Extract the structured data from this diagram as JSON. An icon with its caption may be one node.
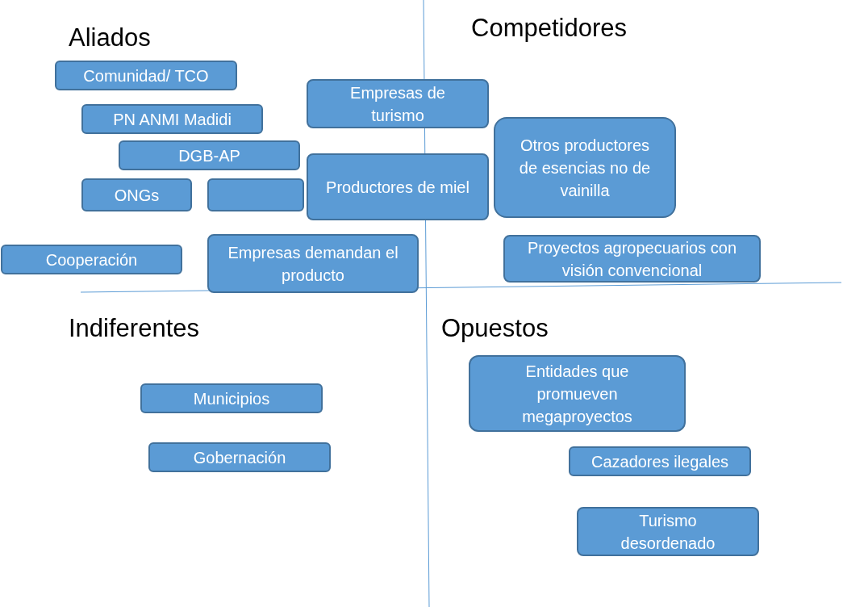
{
  "diagram": {
    "nodes": [
      {
        "text": [
          "Comunidad/ TCO"
        ]
      },
      {
        "text": [
          "PN ANMI Madidi"
        ]
      },
      {
        "text": [
          "DGB-AP"
        ]
      },
      {
        "text": [
          "ONGs"
        ]
      },
      {
        "text": [],
        "shape": "box"
      },
      {
        "text": [
          "Empresas de turismo"
        ]
      },
      {
        "text": [
          "Productores de miel"
        ]
      },
      {
        "text": [
          "Otros productores de esencias no de vainilla"
        ]
      },
      {
        "text": [
          "Cooperación"
        ]
      },
      {
        "text": [
          "Empresas demandan el producto"
        ]
      },
      {
        "text": [
          "Proyectos agropecuarios con visión convencional"
        ]
      },
      {
        "text": [
          "Municipios"
        ]
      },
      {
        "text": [
          "Gobernación"
        ]
      },
      {
        "text": [
          "Entidades que promueven megaproyectos"
        ]
      },
      {
        "text": [
          "Cazadores ilegales"
        ]
      },
      {
        "text": [
          "Turismo desordenado"
        ]
      }
    ],
    "edges": [],
    "labels": [
      "Aliados",
      "Competidores",
      "Indiferentes",
      "Opuestos"
    ]
  }
}
